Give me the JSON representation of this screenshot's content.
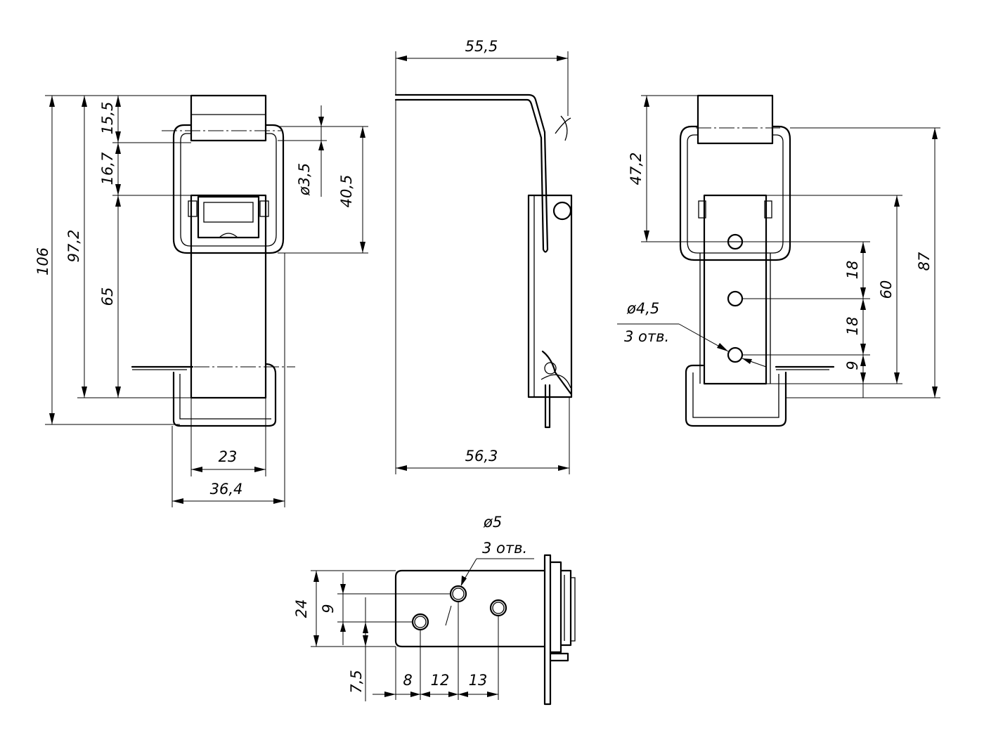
{
  "front_view": {
    "dim_106": "106",
    "dim_97_2": "97,2",
    "dim_15_5": "15,5",
    "dim_16_7": "16,7",
    "dim_65": "65",
    "dim_dia_3_5": "ø3,5",
    "dim_40_5": "40,5",
    "dim_23": "23",
    "dim_36_4": "36,4"
  },
  "side_view": {
    "dim_55_5": "55,5",
    "dim_56_3": "56,3"
  },
  "back_view": {
    "dim_47_2": "47,2",
    "dim_87": "87",
    "dim_60": "60",
    "dim_18_a": "18",
    "dim_18_b": "18",
    "dim_9": "9",
    "hole_dia": "ø4,5",
    "hole_count": "3 отв."
  },
  "bottom_view": {
    "dim_24": "24",
    "dim_9": "9",
    "dim_7_5": "7,5",
    "dim_8": "8",
    "dim_12": "12",
    "dim_13": "13",
    "hole_dia": "ø5",
    "hole_count": "3 отв."
  }
}
